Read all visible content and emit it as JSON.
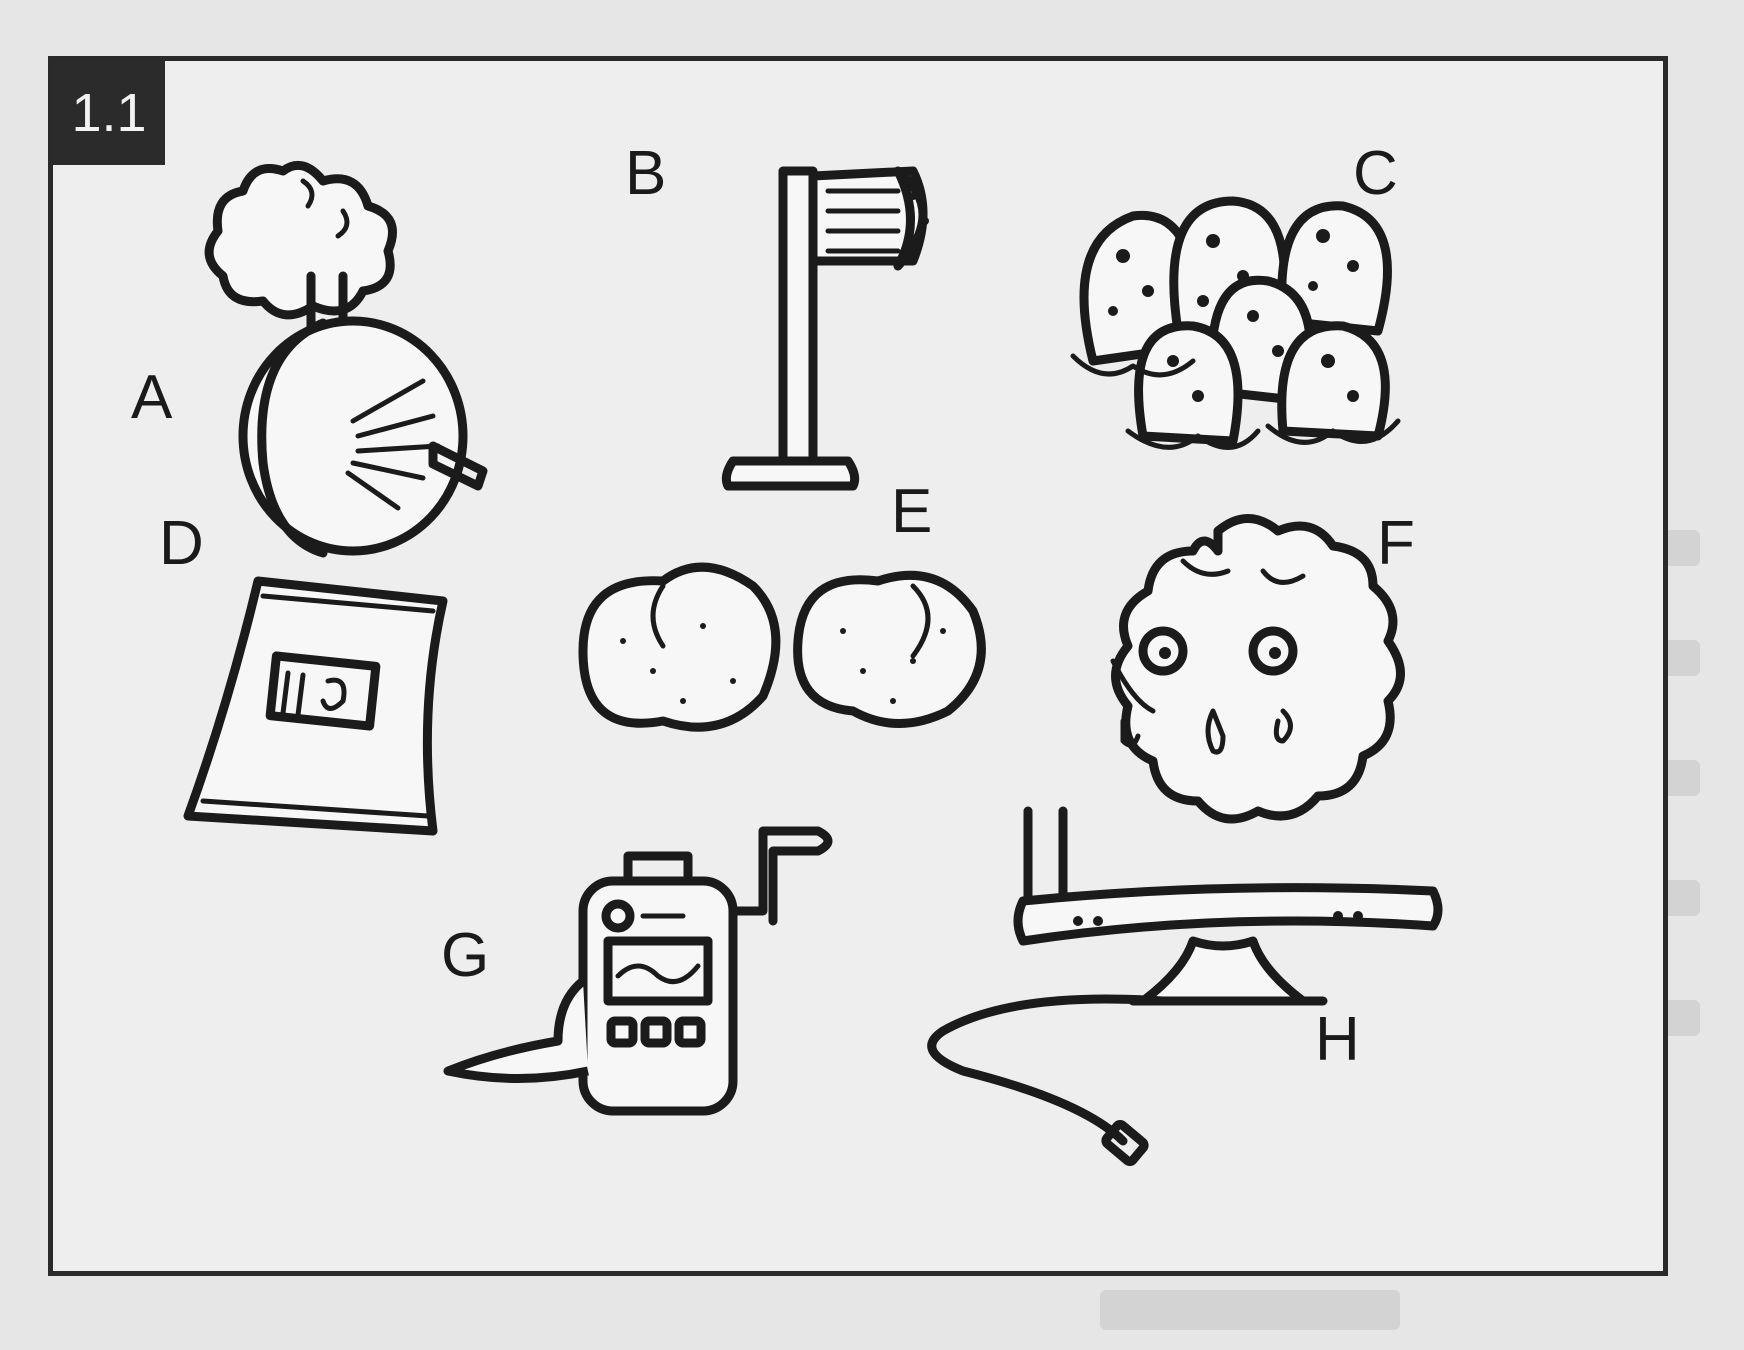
{
  "figure": {
    "number": "1.1",
    "items": [
      {
        "letter": "A",
        "icon": "spray-ball-icon"
      },
      {
        "letter": "B",
        "icon": "brush-stand-icon"
      },
      {
        "letter": "C",
        "icon": "spotted-mushrooms-icon"
      },
      {
        "letter": "D",
        "icon": "sealed-packet-icon"
      },
      {
        "letter": "E",
        "icon": "speckled-eggs-icon"
      },
      {
        "letter": "F",
        "icon": "fuzzy-blob-creature-icon"
      },
      {
        "letter": "G",
        "icon": "hand-crank-device-icon"
      },
      {
        "letter": "H",
        "icon": "curved-bar-display-icon"
      }
    ]
  },
  "colors": {
    "ink": "#1b1b1b",
    "panel": "#eeeeee",
    "tab": "#2b2b2b"
  }
}
